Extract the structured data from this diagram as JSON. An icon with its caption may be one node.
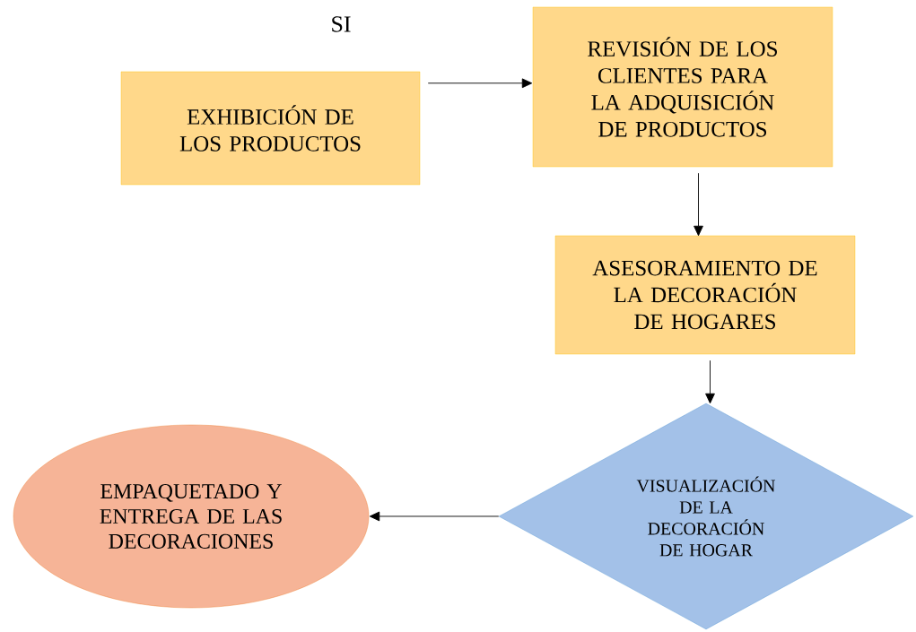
{
  "diagram": {
    "nodes": [
      {
        "text": [
          "EXHIBICIÓN DE LOS PRODUCTOS"
        ]
      },
      {
        "text": [
          "REVISIÓN DE LOS CLIENTES PARA LA ADQUISICIÓN DE PRODUCTOS"
        ]
      },
      {
        "text": [
          "ASESORAMIENTO DE LA DECORACIÓN DE HOGARES"
        ]
      },
      {
        "text": [
          "VISUALIZACIÓN DE LA DECORACIÓN DE HOGAR"
        ]
      },
      {
        "text": [
          "EMPAQUETADO Y ENTREGA DE LAS DECORACIONES"
        ]
      }
    ],
    "edges": [
      {
        "from": 0,
        "to": 1,
        "arrow": "to"
      },
      {
        "from": 1,
        "to": 2,
        "arrow": "to"
      },
      {
        "from": 2,
        "to": 3,
        "arrow": "to"
      },
      {
        "from": 3,
        "to": 4,
        "arrow": "to"
      }
    ],
    "labels": [
      "SI"
    ]
  }
}
